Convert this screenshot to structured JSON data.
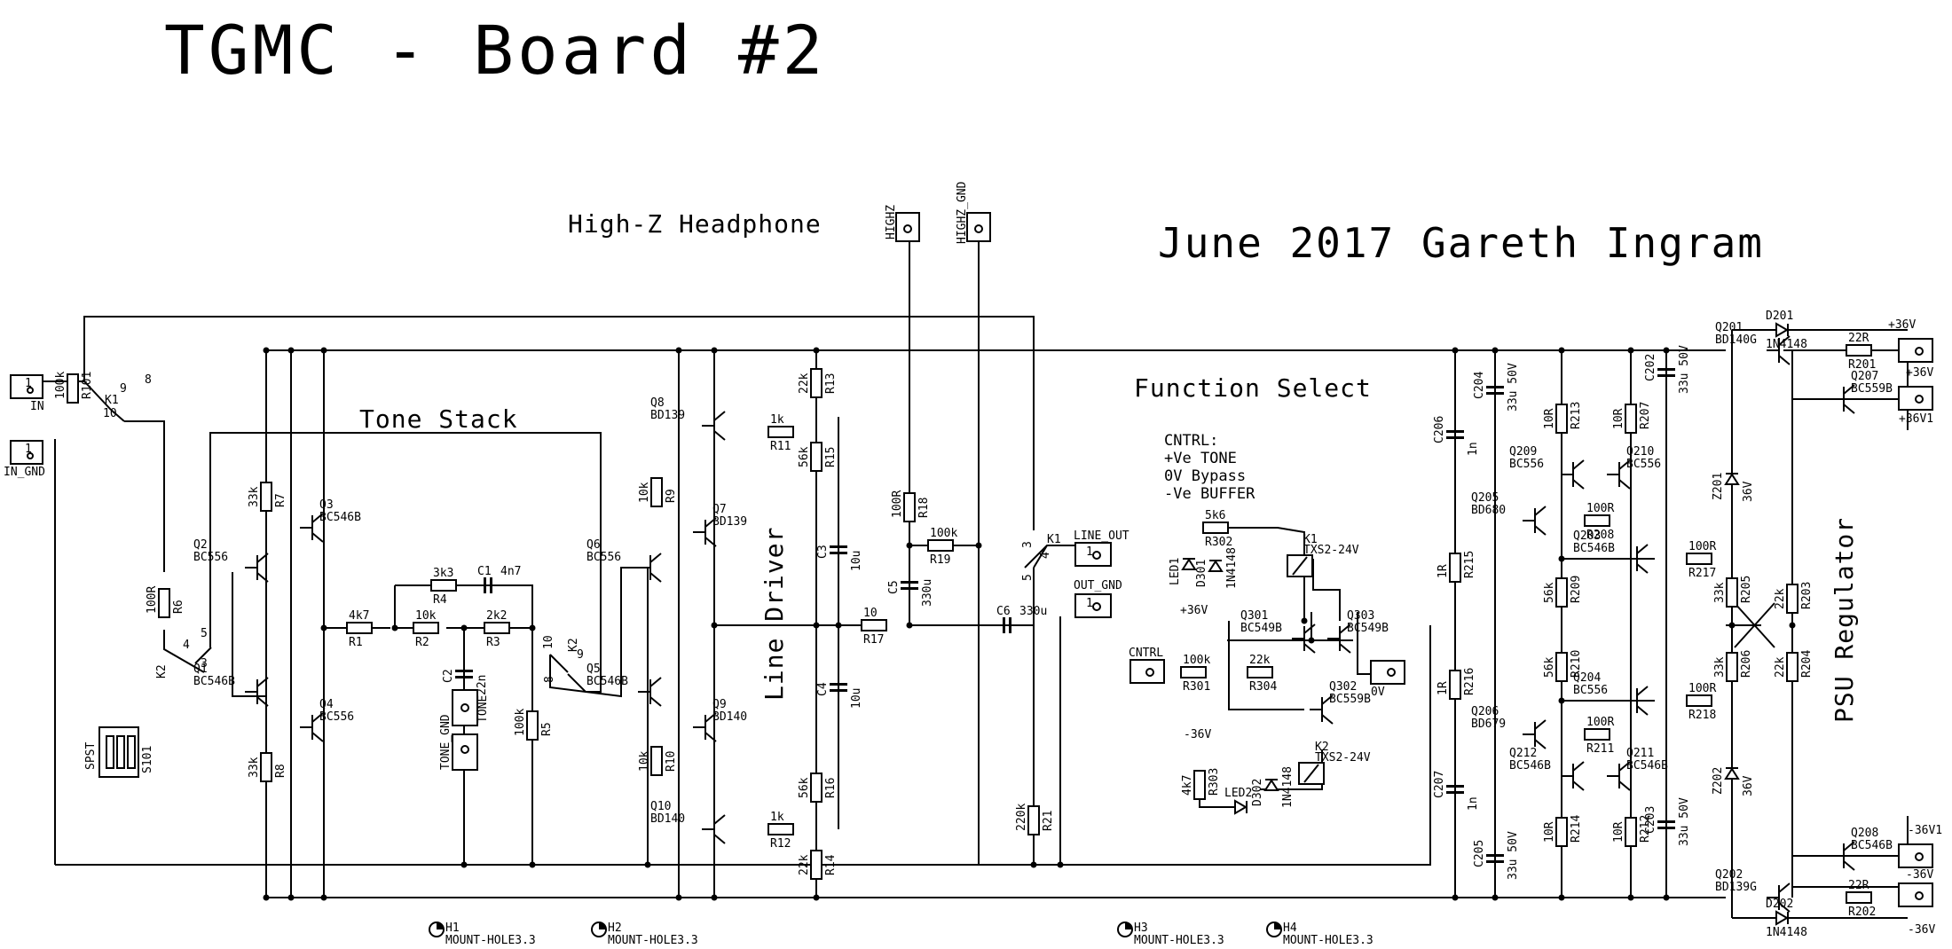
{
  "title": "TGMC - Board #2",
  "credit": "June 2017 Gareth Ingram",
  "sections": {
    "tone_stack": "Tone Stack",
    "line_driver": "Line Driver",
    "function_select": "Function Select",
    "psu": "PSU Regulator",
    "headphone": "High-Z Headphone"
  },
  "control_notes": [
    "CNTRL:",
    "+Ve TONE",
    "0V  Bypass",
    "-Ve BUFFER"
  ],
  "connectors": {
    "in": "IN",
    "in_gnd": "IN_GND",
    "highz": "HIGHZ",
    "highz_gnd": "HIGHZ_GND",
    "line_out": "LINE_OUT",
    "out_gnd": "OUT_GND",
    "tone": "TONE",
    "tone_gnd": "TONE_GND",
    "cntrl": "CNTRL",
    "zero_v": "0V",
    "p36": "+36V",
    "p36v1": "+36V1",
    "m36": "-36V",
    "m36v1": "-36V1"
  },
  "rails": {
    "p36": "+36V",
    "m36": "-36V"
  },
  "mount_holes": [
    {
      "ref": "H1",
      "value": "MOUNT-HOLE3.3"
    },
    {
      "ref": "H2",
      "value": "MOUNT-HOLE3.3"
    },
    {
      "ref": "H3",
      "value": "MOUNT-HOLE3.3"
    },
    {
      "ref": "H4",
      "value": "MOUNT-HOLE3.3"
    }
  ],
  "relays": {
    "k1_input": {
      "ref": "K1",
      "pins": [
        "10",
        "9",
        "8"
      ]
    },
    "k2_input": {
      "ref": "K2",
      "pins": [
        "4",
        "5",
        "3"
      ]
    },
    "k2_tone": {
      "ref": "K2",
      "pins": [
        "10",
        "9",
        "8"
      ]
    },
    "k1_out": {
      "ref": "K1",
      "pins": [
        "3",
        "4",
        "5"
      ]
    },
    "coil_k1": {
      "ref": "K1",
      "value": "TXS2-24V"
    },
    "coil_k2": {
      "ref": "K2",
      "value": "TXS2-24V"
    }
  },
  "switch": {
    "ref": "S101",
    "value": "SPST"
  },
  "resistors": {
    "r101": {
      "ref": "R101",
      "value": "100k"
    },
    "r6": {
      "ref": "R6",
      "value": "100R"
    },
    "r7": {
      "ref": "R7",
      "value": "33k"
    },
    "r8": {
      "ref": "R8",
      "value": "33k"
    },
    "r1": {
      "ref": "R1",
      "value": "4k7"
    },
    "r2": {
      "ref": "R2",
      "value": "10k"
    },
    "r3": {
      "ref": "R3",
      "value": "2k2"
    },
    "r4": {
      "ref": "R4",
      "value": "3k3"
    },
    "r5": {
      "ref": "R5",
      "value": "100k"
    },
    "r9": {
      "ref": "R9",
      "value": "10k"
    },
    "r10": {
      "ref": "R10",
      "value": "10k"
    },
    "r11": {
      "ref": "R11",
      "value": "1k"
    },
    "r12": {
      "ref": "R12",
      "value": "1k"
    },
    "r13": {
      "ref": "R13",
      "value": "22k"
    },
    "r14": {
      "ref": "R14",
      "value": "22k"
    },
    "r15": {
      "ref": "R15",
      "value": "56k"
    },
    "r16": {
      "ref": "R16",
      "value": "56k"
    },
    "r17": {
      "ref": "R17",
      "value": "10"
    },
    "r18": {
      "ref": "R18",
      "value": "100R"
    },
    "r19": {
      "ref": "R19",
      "value": "100k"
    },
    "r21": {
      "ref": "R21",
      "value": "220k"
    },
    "r301": {
      "ref": "R301",
      "value": "100k"
    },
    "r302": {
      "ref": "R302",
      "value": "5k6"
    },
    "r303": {
      "ref": "R303",
      "value": "4k7"
    },
    "r304": {
      "ref": "R304",
      "value": "22k"
    },
    "r201": {
      "ref": "R201",
      "value": "22R"
    },
    "r202": {
      "ref": "R202",
      "value": "22R"
    },
    "r203": {
      "ref": "R203",
      "value": "22k"
    },
    "r204": {
      "ref": "R204",
      "value": "22k"
    },
    "r205": {
      "ref": "R205",
      "value": "33k"
    },
    "r206": {
      "ref": "R206",
      "value": "33k"
    },
    "r207": {
      "ref": "R207",
      "value": "10R"
    },
    "r208": {
      "ref": "R208",
      "value": "100R"
    },
    "r209": {
      "ref": "R209",
      "value": "56k"
    },
    "r210": {
      "ref": "R210",
      "value": "56k"
    },
    "r211": {
      "ref": "R211",
      "value": "100R"
    },
    "r212": {
      "ref": "R212",
      "value": "10R"
    },
    "r213": {
      "ref": "R213",
      "value": "10R"
    },
    "r214": {
      "ref": "R214",
      "value": "10R"
    },
    "r215": {
      "ref": "R215",
      "value": "1R"
    },
    "r216": {
      "ref": "R216",
      "value": "1R"
    },
    "r217": {
      "ref": "R217",
      "value": "100R"
    },
    "r218": {
      "ref": "R218",
      "value": "100R"
    }
  },
  "capacitors": {
    "c1": {
      "ref": "C1",
      "value": "4n7"
    },
    "c2": {
      "ref": "C2",
      "value": "22n"
    },
    "c3": {
      "ref": "C3",
      "value": "10u"
    },
    "c4": {
      "ref": "C4",
      "value": "10u"
    },
    "c5": {
      "ref": "C5",
      "value": "330u"
    },
    "c6": {
      "ref": "C6",
      "value": "330u"
    },
    "c202": {
      "ref": "C202",
      "value": "33u 50V"
    },
    "c203": {
      "ref": "C203",
      "value": "33u 50V"
    },
    "c204": {
      "ref": "C204",
      "value": "33u 50V"
    },
    "c205": {
      "ref": "C205",
      "value": "33u 50V"
    },
    "c206": {
      "ref": "C206",
      "value": "1n"
    },
    "c207": {
      "ref": "C207",
      "value": "1n"
    }
  },
  "transistors": {
    "q1": {
      "ref": "Q1",
      "value": "BC546B"
    },
    "q2": {
      "ref": "Q2",
      "value": "BC556"
    },
    "q3": {
      "ref": "Q3",
      "value": "BC546B"
    },
    "q4": {
      "ref": "Q4",
      "value": "BC556"
    },
    "q5": {
      "ref": "Q5",
      "value": "BC546B"
    },
    "q6": {
      "ref": "Q6",
      "value": "BC556"
    },
    "q7": {
      "ref": "Q7",
      "value": "BD139"
    },
    "q8": {
      "ref": "Q8",
      "value": "BD139"
    },
    "q9": {
      "ref": "Q9",
      "value": "BD140"
    },
    "q10": {
      "ref": "Q10",
      "value": "BD140"
    },
    "q201": {
      "ref": "Q201",
      "value": "BD140G"
    },
    "q202": {
      "ref": "Q202",
      "value": "BD139G"
    },
    "q203": {
      "ref": "Q203",
      "value": "BC546B"
    },
    "q204": {
      "ref": "Q204",
      "value": "BC556"
    },
    "q205": {
      "ref": "Q205",
      "value": "BD680"
    },
    "q206": {
      "ref": "Q206",
      "value": "BD679"
    },
    "q207": {
      "ref": "Q207",
      "value": "BC559B"
    },
    "q208": {
      "ref": "Q208",
      "value": "BC546B"
    },
    "q209": {
      "ref": "Q209",
      "value": "BC556"
    },
    "q210": {
      "ref": "Q210",
      "value": "BC556"
    },
    "q211": {
      "ref": "Q211",
      "value": "BC546B"
    },
    "q212": {
      "ref": "Q212",
      "value": "BC546B"
    },
    "q301": {
      "ref": "Q301",
      "value": "BC549B"
    },
    "q302": {
      "ref": "Q302",
      "value": "BC559B"
    },
    "q303": {
      "ref": "Q303",
      "value": "BC549B"
    }
  },
  "diodes": {
    "d201": {
      "ref": "D201",
      "value": "1N4148"
    },
    "d202": {
      "ref": "D202",
      "value": "1N4148"
    },
    "d301": {
      "ref": "D301",
      "value": "1N4148"
    },
    "d302": {
      "ref": "D302",
      "value": "1N4148"
    },
    "z201": {
      "ref": "Z201",
      "value": "36V"
    },
    "z202": {
      "ref": "Z202",
      "value": "36V"
    },
    "led1": {
      "ref": "LED1"
    },
    "led2": {
      "ref": "LED2"
    }
  }
}
